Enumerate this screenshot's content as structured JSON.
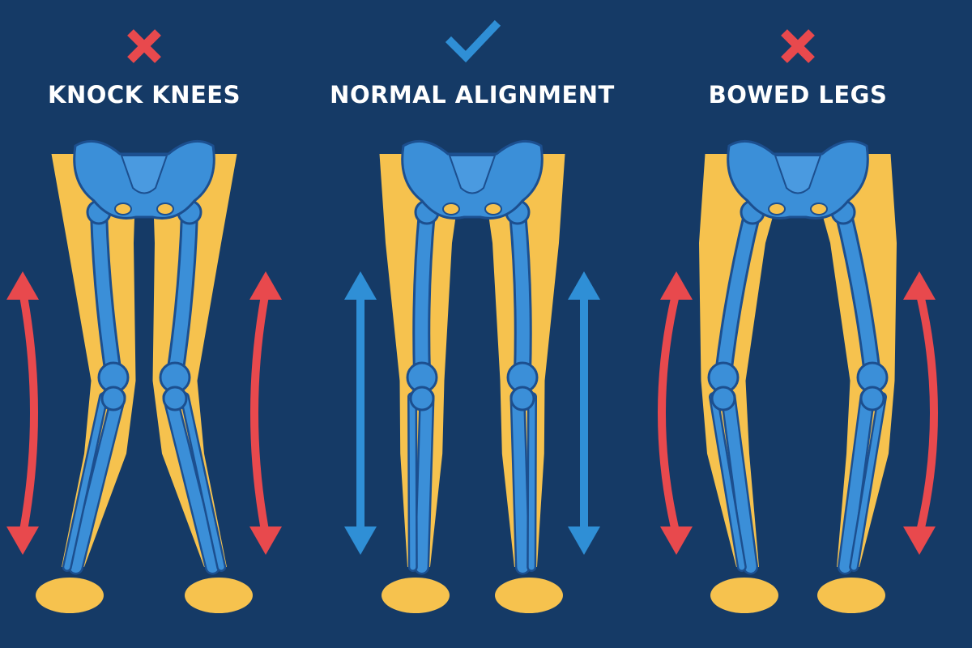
{
  "colors": {
    "background": "#153a66",
    "skin": "#f6c24e",
    "bone": "#3b8fd8",
    "bone_outline": "#1c4f8f",
    "wrong": "#e8494d",
    "correct": "#2f8fd6"
  },
  "panels": [
    {
      "title": "KNOCK KNEES",
      "status_icon": "cross-icon",
      "variant": "knock"
    },
    {
      "title": "NORMAL ALIGNMENT",
      "status_icon": "check-icon",
      "variant": "normal"
    },
    {
      "title": "BOWED LEGS",
      "status_icon": "cross-icon",
      "variant": "bowed"
    }
  ]
}
